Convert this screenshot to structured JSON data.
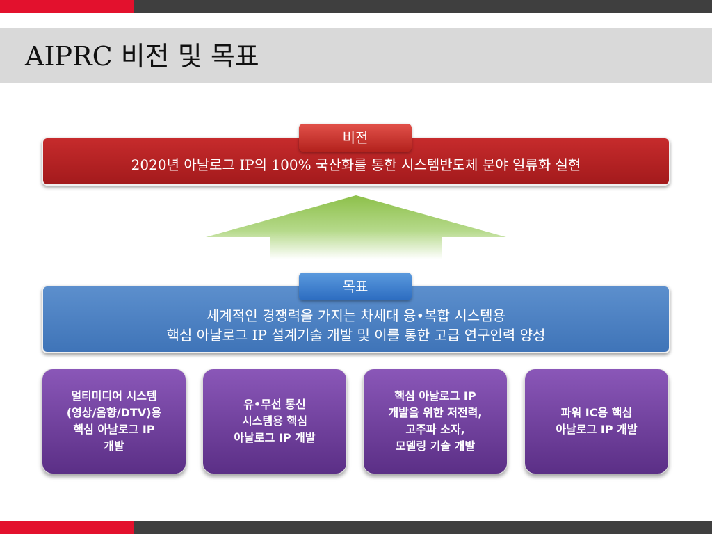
{
  "slide": {
    "title": "AIPRC 비전 및 목표",
    "vision": {
      "label": "비전",
      "text": "2020년 아날로그 IP의 100% 국산화를 통한 시스템반도체 분야 일류화 실현"
    },
    "goal": {
      "label": "목표",
      "line1": "세계적인 경쟁력을 가지는 차세대 융•복합 시스템용",
      "line2": "핵심 아날로그 IP 설계기술 개발 및 이를 통한 고급 연구인력 양성"
    },
    "cards": [
      "멀티미디어 시스템\n(영상/음향/DTV)용\n핵심 아날로그 IP\n개발",
      "유•무선 통신\n시스템용 핵심\n아날로그 IP 개발",
      "핵심 아날로그 IP\n개발을 위한 저전력,\n고주파 소자,\n모델링 기술 개발",
      "파워 IC용 핵심\n아날로그 IP 개발"
    ]
  },
  "colors": {
    "accent_red": "#e3112d",
    "bar_gray": "#3f3f3f",
    "vision_red": "#b3221d",
    "goal_blue": "#3f74b8",
    "card_purple": "#6a3b96",
    "arrow_green": "#8dc04a"
  }
}
